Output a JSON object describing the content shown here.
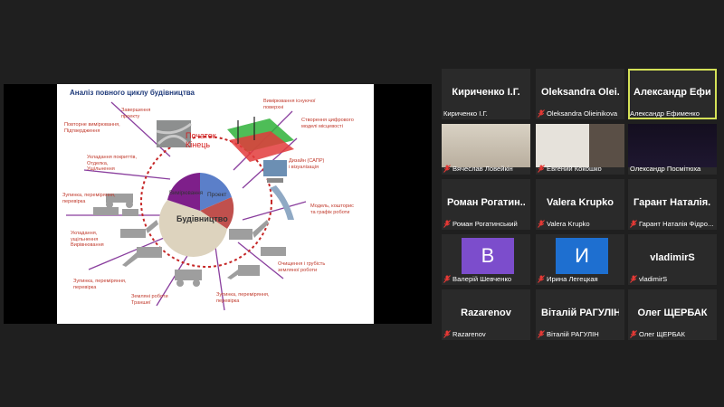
{
  "slide": {
    "title": "Аналіз повного циклу будівництва",
    "start_label": "Початок\nКінець",
    "pie_labels": {
      "construction": "Будівництво",
      "design": "Проект",
      "measure": "Вимірювання"
    },
    "labels": {
      "completion": "Завершення\nпроекту",
      "remeasure_top": "Повторне вимірювання,\nПідтвердження",
      "paving": "Укладання покриттів,\nОтделка,\nУщільнення",
      "stop1": "Зупинка, переміряння,\nперевірка",
      "compaction": "Укладання,\nущільнення\nВирівнювання",
      "stop2": "Зупинка, переміряння,\nперевірка",
      "earthworks": "Земляні роботи\nТраншеї",
      "stop3": "Зупинка, переміряння,\nперевірка",
      "cleaning": "Очищення і грубість\nземляної роботи",
      "model_cost": "Модель, кошторис\nта графік роботи",
      "design_cad": "Дизайн (САПР)\nі візуалізація",
      "digital_model": "Створення цифрового\nмоделі місцевості",
      "survey": "Вимірювання існуючої\nповерхні"
    }
  },
  "participants": [
    {
      "big": "Кириченко І.Г.",
      "label": "Кириченко І.Г.",
      "muted": false
    },
    {
      "big": "Oleksandra  Olei...",
      "label": "Oleksandra Olieinikova",
      "muted": true
    },
    {
      "big": "Александр  Ефи...",
      "label": "Александр Ефименко",
      "muted": false
    },
    {
      "label": "Вячеслав Ловейкін",
      "muted": true
    },
    {
      "label": "Евгений Кокошко",
      "muted": true
    },
    {
      "label": "Олександр  Посмітюха",
      "muted": false
    },
    {
      "big": "Роман  Рогатин...",
      "label": "Роман Рогатинський",
      "muted": true
    },
    {
      "big": "Valera Krupko",
      "label": "Valera Krupko",
      "muted": true
    },
    {
      "big": "Гарант  Наталія...",
      "label": "Гарант Наталія Фідро...",
      "muted": true
    },
    {
      "avatar": "В",
      "label": "Валерій Шевченко",
      "muted": true,
      "color": "#7c4dcc"
    },
    {
      "avatar": "И",
      "label": "Ирина Легецкая",
      "muted": true,
      "color": "#1e6fd0"
    },
    {
      "big": "vladimirS",
      "label": "vladimirS",
      "muted": true
    },
    {
      "big": "Razarenov",
      "label": "Razarenov",
      "muted": true
    },
    {
      "big": "Віталій  РАГУЛІН",
      "label": "Віталій РАГУЛІН",
      "muted": true
    },
    {
      "big": "Олег  ЩЕРБАК",
      "label": "Олег ЩЕРБАК",
      "muted": true
    }
  ]
}
